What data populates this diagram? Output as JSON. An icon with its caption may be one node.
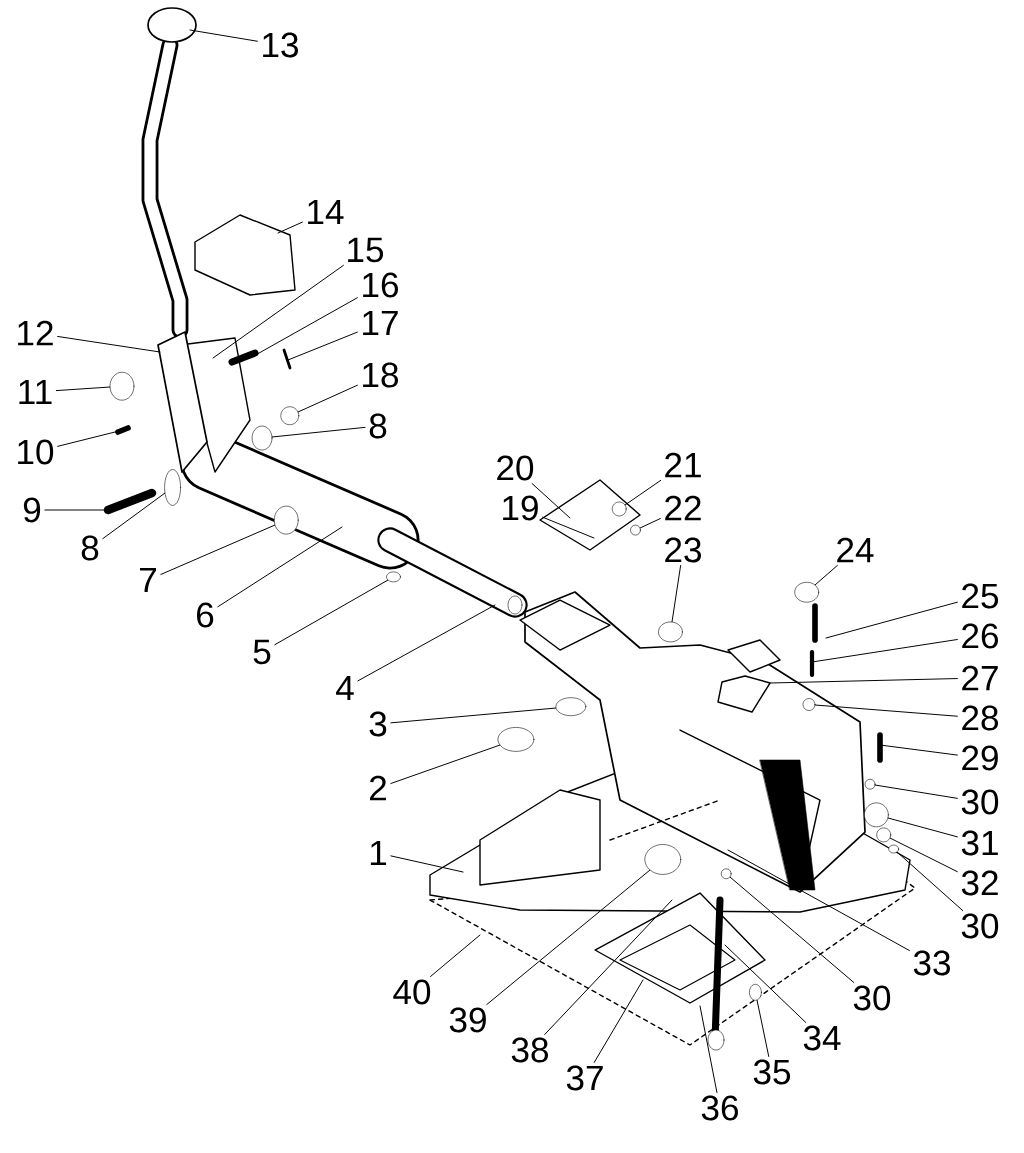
{
  "diagram": {
    "nodes": [
      {
        "text": [
          "13"
        ]
      },
      {
        "text": [
          "14"
        ]
      },
      {
        "text": [
          "15"
        ]
      },
      {
        "text": [
          "16"
        ]
      },
      {
        "text": [
          "17"
        ]
      },
      {
        "text": [
          "12"
        ]
      },
      {
        "text": [
          "18"
        ]
      },
      {
        "text": [
          "11"
        ]
      },
      {
        "text": [
          "8"
        ]
      },
      {
        "text": [
          "10"
        ]
      },
      {
        "text": [
          "21"
        ]
      },
      {
        "text": [
          "20"
        ]
      },
      {
        "text": [
          "9"
        ]
      },
      {
        "text": [
          "22"
        ]
      },
      {
        "text": [
          "19"
        ]
      },
      {
        "text": [
          "8"
        ]
      },
      {
        "text": [
          "24"
        ]
      },
      {
        "text": [
          "23"
        ]
      },
      {
        "text": [
          "7"
        ]
      },
      {
        "text": [
          "25"
        ]
      },
      {
        "text": [
          "6"
        ]
      },
      {
        "text": [
          "26"
        ]
      },
      {
        "text": [
          "5"
        ]
      },
      {
        "text": [
          "27"
        ]
      },
      {
        "text": [
          "4"
        ]
      },
      {
        "text": [
          "28"
        ]
      },
      {
        "text": [
          "3"
        ]
      },
      {
        "text": [
          "29"
        ]
      },
      {
        "text": [
          "2"
        ]
      },
      {
        "text": [
          "30"
        ]
      },
      {
        "text": [
          "1"
        ]
      },
      {
        "text": [
          "31"
        ]
      },
      {
        "text": [
          "32"
        ]
      },
      {
        "text": [
          "30"
        ]
      },
      {
        "text": [
          "33"
        ]
      },
      {
        "text": [
          "40"
        ]
      },
      {
        "text": [
          "30"
        ]
      },
      {
        "text": [
          "39"
        ]
      },
      {
        "text": [
          "34"
        ]
      },
      {
        "text": [
          "38"
        ]
      },
      {
        "text": [
          "35"
        ]
      },
      {
        "text": [
          "37"
        ]
      },
      {
        "text": [
          "36"
        ]
      },
      {
        "text": [],
        "shape": "circle"
      },
      {
        "text": [],
        "shape": "circle"
      },
      {
        "text": [],
        "shape": "circle"
      },
      {
        "text": [],
        "shape": "circle"
      },
      {
        "text": [],
        "shape": "circle"
      },
      {
        "text": [],
        "shape": "circle"
      },
      {
        "text": [],
        "shape": "circle"
      },
      {
        "text": [],
        "shape": "circle"
      },
      {
        "text": [],
        "shape": "circle"
      },
      {
        "text": [],
        "shape": "circle"
      },
      {
        "text": [],
        "shape": "circle"
      },
      {
        "text": [],
        "shape": "circle"
      },
      {
        "text": [],
        "shape": "circle"
      },
      {
        "text": [],
        "shape": "circle"
      },
      {
        "text": [],
        "shape": "circle"
      },
      {
        "text": [],
        "shape": "circle"
      },
      {
        "text": [],
        "shape": "circle"
      },
      {
        "text": [],
        "shape": "circle"
      },
      {
        "text": [],
        "shape": "circle"
      },
      {
        "text": [],
        "shape": "circle"
      }
    ],
    "edges": [
      {
        "from": 0,
        "to": null,
        "arrow": "none"
      },
      {
        "from": 1,
        "to": null,
        "arrow": "none"
      },
      {
        "from": 2,
        "to": null,
        "arrow": "none"
      },
      {
        "from": 3,
        "to": null,
        "arrow": "none"
      },
      {
        "from": 4,
        "to": null,
        "arrow": "none"
      },
      {
        "from": 5,
        "to": null,
        "arrow": "none"
      },
      {
        "from": 6,
        "to": 43,
        "arrow": "none"
      },
      {
        "from": 7,
        "to": 44,
        "arrow": "none"
      },
      {
        "from": 8,
        "to": 45,
        "arrow": "none"
      },
      {
        "from": 9,
        "to": null,
        "arrow": "none"
      },
      {
        "from": 10,
        "to": 46,
        "arrow": "none"
      },
      {
        "from": 11,
        "to": null,
        "arrow": "none"
      },
      {
        "from": 12,
        "to": null,
        "arrow": "none"
      },
      {
        "from": 13,
        "to": 47,
        "arrow": "none"
      },
      {
        "from": 14,
        "to": null,
        "arrow": "none"
      },
      {
        "from": 15,
        "to": 48,
        "arrow": "none"
      },
      {
        "from": 16,
        "to": 49,
        "arrow": "none"
      },
      {
        "from": 17,
        "to": 50,
        "arrow": "none"
      },
      {
        "from": 18,
        "to": 51,
        "arrow": "none"
      },
      {
        "from": 19,
        "to": null,
        "arrow": "none"
      },
      {
        "from": 20,
        "to": null,
        "arrow": "none"
      },
      {
        "from": 21,
        "to": null,
        "arrow": "none"
      },
      {
        "from": 22,
        "to": 52,
        "arrow": "none"
      },
      {
        "from": 23,
        "to": null,
        "arrow": "none"
      },
      {
        "from": 24,
        "to": null,
        "arrow": "none"
      },
      {
        "from": 25,
        "to": 53,
        "arrow": "none"
      },
      {
        "from": 26,
        "to": 54,
        "arrow": "none"
      },
      {
        "from": 27,
        "to": null,
        "arrow": "none"
      },
      {
        "from": 28,
        "to": 55,
        "arrow": "none"
      },
      {
        "from": 29,
        "to": 56,
        "arrow": "none"
      },
      {
        "from": 30,
        "to": null,
        "arrow": "none"
      },
      {
        "from": 31,
        "to": 57,
        "arrow": "none"
      },
      {
        "from": 32,
        "to": 58,
        "arrow": "none"
      },
      {
        "from": 33,
        "to": 59,
        "arrow": "none"
      },
      {
        "from": 34,
        "to": null,
        "arrow": "none"
      },
      {
        "from": 35,
        "to": null,
        "arrow": "none"
      },
      {
        "from": 36,
        "to": 60,
        "arrow": "none"
      },
      {
        "from": 37,
        "to": 61,
        "arrow": "none"
      },
      {
        "from": 38,
        "to": null,
        "arrow": "none"
      },
      {
        "from": 39,
        "to": null,
        "arrow": "none"
      },
      {
        "from": 40,
        "to": 62,
        "arrow": "none"
      },
      {
        "from": 41,
        "to": null,
        "arrow": "none"
      },
      {
        "from": 42,
        "to": null,
        "arrow": "none"
      }
    ]
  }
}
